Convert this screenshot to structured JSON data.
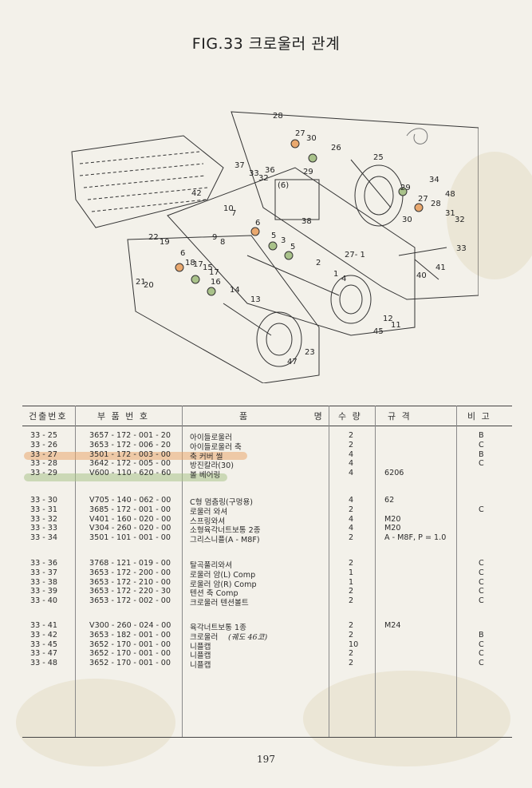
{
  "figure_title": "FIG.33 크로울러 관계",
  "page_number": "197",
  "table": {
    "headers": [
      "건출번호",
      "부 품 번 호",
      "품 명",
      "수 량",
      "규 격",
      "비 고"
    ],
    "groups": [
      [
        {
          "no": "33 - 25",
          "part": "3657 - 172 - 001 - 20",
          "name": "아이들로울러",
          "qty": "2",
          "spec": "",
          "remark": "B"
        },
        {
          "no": "33 - 26",
          "part": "3653 - 172 - 006 - 20",
          "name": "아이들로울러 축",
          "qty": "2",
          "spec": "",
          "remark": "C"
        },
        {
          "no": "33 - 27",
          "part": "3501 - 172 - 003 - 00",
          "name": "축 커버 씰",
          "qty": "4",
          "spec": "",
          "remark": "B"
        },
        {
          "no": "33 - 28",
          "part": "3642 - 172 - 005 - 00",
          "name": "방진칼라(30)",
          "qty": "4",
          "spec": "",
          "remark": "C"
        },
        {
          "no": "33 - 29",
          "part": "V600 - 110 - 620 - 60",
          "name": "볼 베어링",
          "qty": "4",
          "spec": "6206",
          "remark": ""
        }
      ],
      [
        {
          "no": "33 - 30",
          "part": "V705 - 140 - 062 - 00",
          "name": "C형 멈춤링(구멍용)",
          "qty": "4",
          "spec": "62",
          "remark": ""
        },
        {
          "no": "33 - 31",
          "part": "3685 - 172 - 001 - 00",
          "name": "로울러 와셔",
          "qty": "2",
          "spec": "",
          "remark": "C"
        },
        {
          "no": "33 - 32",
          "part": "V401 - 160 - 020 - 00",
          "name": "스프링와셔",
          "qty": "4",
          "spec": "M20",
          "remark": ""
        },
        {
          "no": "33 - 33",
          "part": "V304 - 260 - 020 - 00",
          "name": "소형육각너트보통 2종",
          "qty": "4",
          "spec": "M20",
          "remark": ""
        },
        {
          "no": "33 - 34",
          "part": "3501 - 101 - 001 - 00",
          "name": "그리스니플(A - M8F)",
          "qty": "2",
          "spec": "A - M8F, P = 1.0",
          "remark": ""
        }
      ],
      [
        {
          "no": "33 - 36",
          "part": "3768 - 121 - 019 - 00",
          "name": "탈곡풀리와셔",
          "qty": "2",
          "spec": "",
          "remark": "C"
        },
        {
          "no": "33 - 37",
          "part": "3653 - 172 - 200 - 00",
          "name": "로울러 암(L) Comp",
          "qty": "1",
          "spec": "",
          "remark": "C"
        },
        {
          "no": "33 - 38",
          "part": "3653 - 172 - 210 - 00",
          "name": "로울러 암(R) Comp",
          "qty": "1",
          "spec": "",
          "remark": "C"
        },
        {
          "no": "33 - 39",
          "part": "3653 - 172 - 220 - 30",
          "name": "텐션 축 Comp",
          "qty": "2",
          "spec": "",
          "remark": "C"
        },
        {
          "no": "33 - 40",
          "part": "3653 - 172 - 002 - 00",
          "name": "크로울러 텐션볼트",
          "qty": "2",
          "spec": "",
          "remark": "C"
        }
      ],
      [
        {
          "no": "33 - 41",
          "part": "V300 - 260 - 024 - 00",
          "name": "육각너트보통 1종",
          "qty": "2",
          "spec": "M24",
          "remark": ""
        },
        {
          "no": "33 - 42",
          "part": "3653 - 182 - 001 - 00",
          "name": "크로울러",
          "qty": "2",
          "spec": "",
          "remark": "B"
        },
        {
          "no": "33 - 45",
          "part": "3652 - 170 - 001 - 00",
          "name": "니플캡",
          "qty": "10",
          "spec": "",
          "remark": "C"
        },
        {
          "no": "33 - 47",
          "part": "3652 - 170 - 001 - 00",
          "name": "니플캡",
          "qty": "2",
          "spec": "",
          "remark": "C"
        },
        {
          "no": "33 - 48",
          "part": "3652 - 170 - 001 - 00",
          "name": "니플캡",
          "qty": "2",
          "spec": "",
          "remark": "C"
        }
      ]
    ]
  },
  "handwritten_note": "(궤도 46코)",
  "diagram_labels": [
    "28",
    "27",
    "30",
    "26",
    "25",
    "37",
    "33",
    "36",
    "32",
    "29",
    "34",
    "48",
    "6",
    "38",
    "27",
    "28",
    "30",
    "29",
    "31",
    "32",
    "33",
    "42",
    "10",
    "7",
    "9",
    "8",
    "6",
    "5",
    "3",
    "5",
    "4",
    "2",
    "27-1",
    "41",
    "40",
    "22",
    "19",
    "6",
    "18",
    "17",
    "15",
    "17",
    "21",
    "20",
    "16",
    "14",
    "13",
    "1",
    "11",
    "45",
    "12",
    "23",
    "47"
  ],
  "colors": {
    "highlight_orange": "#e9a86e",
    "highlight_green": "#a9c28a"
  }
}
